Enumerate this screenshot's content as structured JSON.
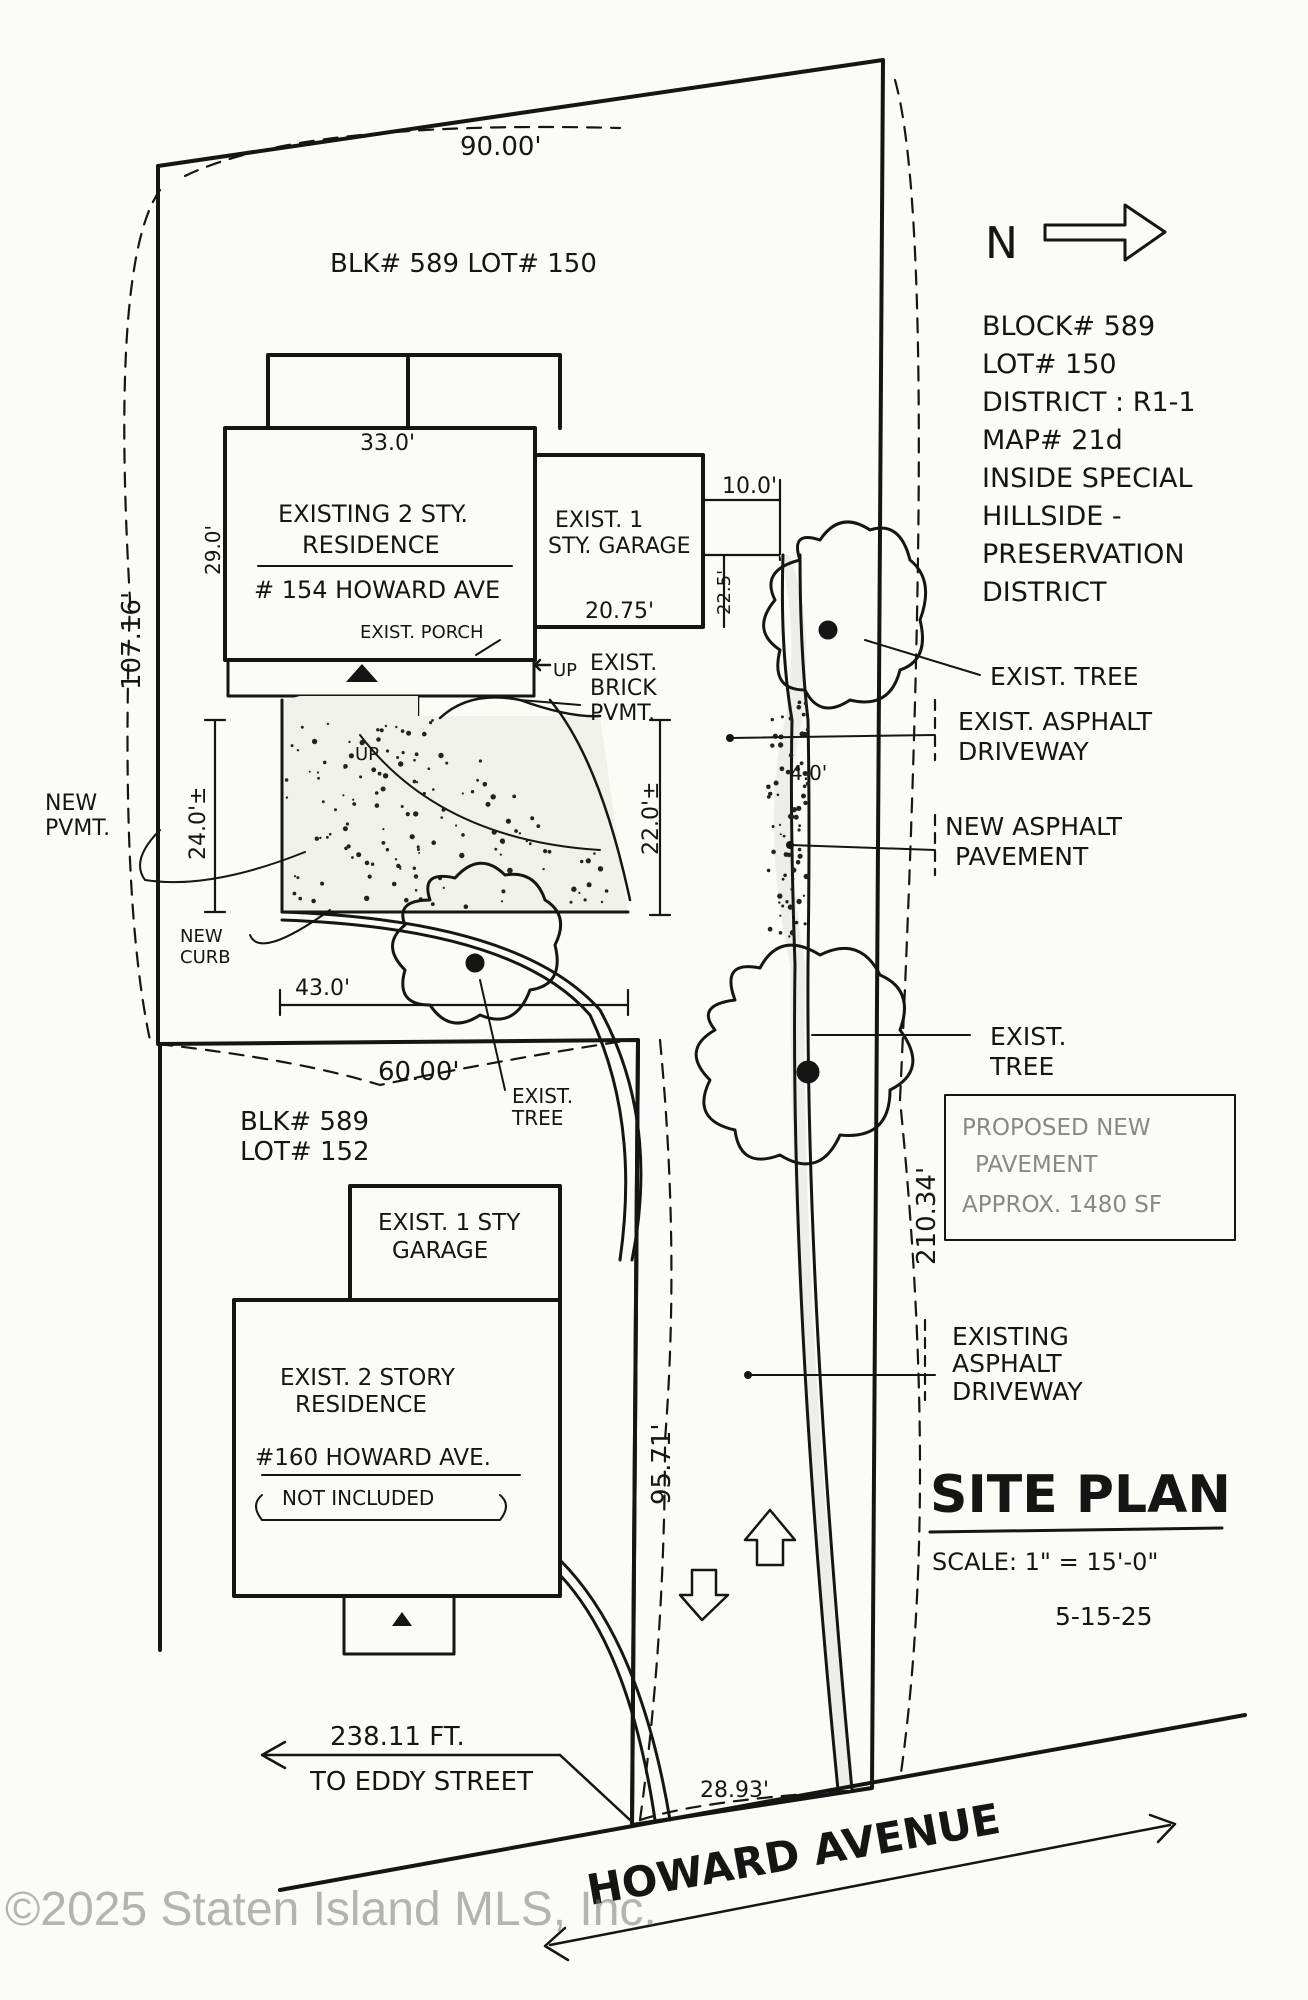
{
  "plan": {
    "top_frontage": "90.00'",
    "subject_block_lot": "BLK# 589  LOT# 150",
    "left_depth": "107.16'",
    "right_depth": "210.34'",
    "inner_depth": "95.71'",
    "front_frontage": "28.93'",
    "neighbor_rear": "60.00'",
    "neighbor_block": "BLK# 589",
    "neighbor_lot": "LOT# 152",
    "street": "HOWARD AVENUE",
    "distance_line1": "238.11 FT.",
    "distance_line2": "TO EDDY STREET"
  },
  "north_label": "N",
  "info": {
    "lines": [
      "BLOCK# 589",
      "LOT# 150",
      "DISTRICT : R1-1",
      "MAP# 21d",
      "INSIDE SPECIAL",
      "HILLSIDE -",
      "PRESERVATION",
      "DISTRICT"
    ]
  },
  "residence_154": {
    "line1": "EXISTING 2 STY.",
    "line2": "RESIDENCE",
    "address": "# 154 HOWARD AVE",
    "width_dim": "33.0'",
    "depth_dim": "29.0'",
    "porch": "EXIST. PORCH",
    "up1": "UP",
    "up2": "UP"
  },
  "garage_154": {
    "line1": "EXIST. 1",
    "line2": "STY. GARAGE",
    "width_dim": "20.75'",
    "depth_dim": "22.5'",
    "offset_dim": "10.0'"
  },
  "pavement": {
    "brick_line1": "EXIST.",
    "brick_line2": "BRICK",
    "brick_line3": "PVMT.",
    "new_pvmt_line1": "NEW",
    "new_pvmt_line2": "PVMT.",
    "depth_24": "24.0'±",
    "depth_22": "22.0'±",
    "width_43": "43.0'",
    "new_curb_line1": "NEW",
    "new_curb_line2": "CURB",
    "drive_width": "4.0'"
  },
  "callouts": {
    "tree1": "EXIST. TREE",
    "asphalt1_line1": "EXIST. ASPHALT",
    "asphalt1_line2": "DRIVEWAY",
    "new_asphalt_line1": "NEW ASPHALT",
    "new_asphalt_line2": "PAVEMENT",
    "tree2_line1": "EXIST.",
    "tree2_line2": "TREE",
    "tree3_line1": "EXIST.",
    "tree3_line2": "TREE",
    "asphalt2_line1": "EXISTING",
    "asphalt2_line2": "ASPHALT",
    "asphalt2_line3": "DRIVEWAY"
  },
  "proposed": {
    "line1": "PROPOSED NEW",
    "line2": "PAVEMENT",
    "line3": "APPROX. 1480 SF"
  },
  "residence_160": {
    "garage_line1": "EXIST. 1 STY",
    "garage_line2": "GARAGE",
    "line1": "EXIST. 2 STORY",
    "line2": "RESIDENCE",
    "address": "#160 HOWARD AVE.",
    "note": "NOT INCLUDED"
  },
  "title": {
    "main": "SITE PLAN",
    "scale": "SCALE: 1\" = 15'-0\"",
    "date": "5-15-25"
  },
  "watermark": "©2025 Staten Island MLS, Inc."
}
